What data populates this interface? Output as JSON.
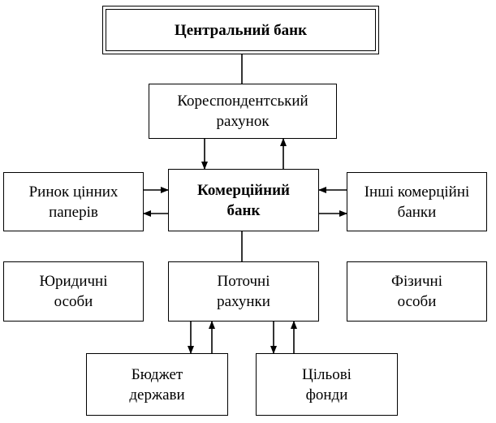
{
  "central_bank": {
    "label": "Центральний банк"
  },
  "correspondent_account": {
    "line1": "Кореспондентський",
    "line2": "рахунок"
  },
  "securities_market": {
    "line1": "Ринок цінних",
    "line2": "паперів"
  },
  "commercial_bank": {
    "line1": "Комерційний",
    "line2": "банк"
  },
  "other_banks": {
    "line1": "Інші комерційні",
    "line2": "банки"
  },
  "legal_entities": {
    "line1": "Юридичні",
    "line2": "особи"
  },
  "current_accounts": {
    "line1": "Поточні",
    "line2": "рахунки"
  },
  "individuals": {
    "line1": "Фізичні",
    "line2": "особи"
  },
  "state_budget": {
    "line1": "Бюджет",
    "line2": "держави"
  },
  "target_funds": {
    "line1": "Цільові",
    "line2": "фонди"
  }
}
